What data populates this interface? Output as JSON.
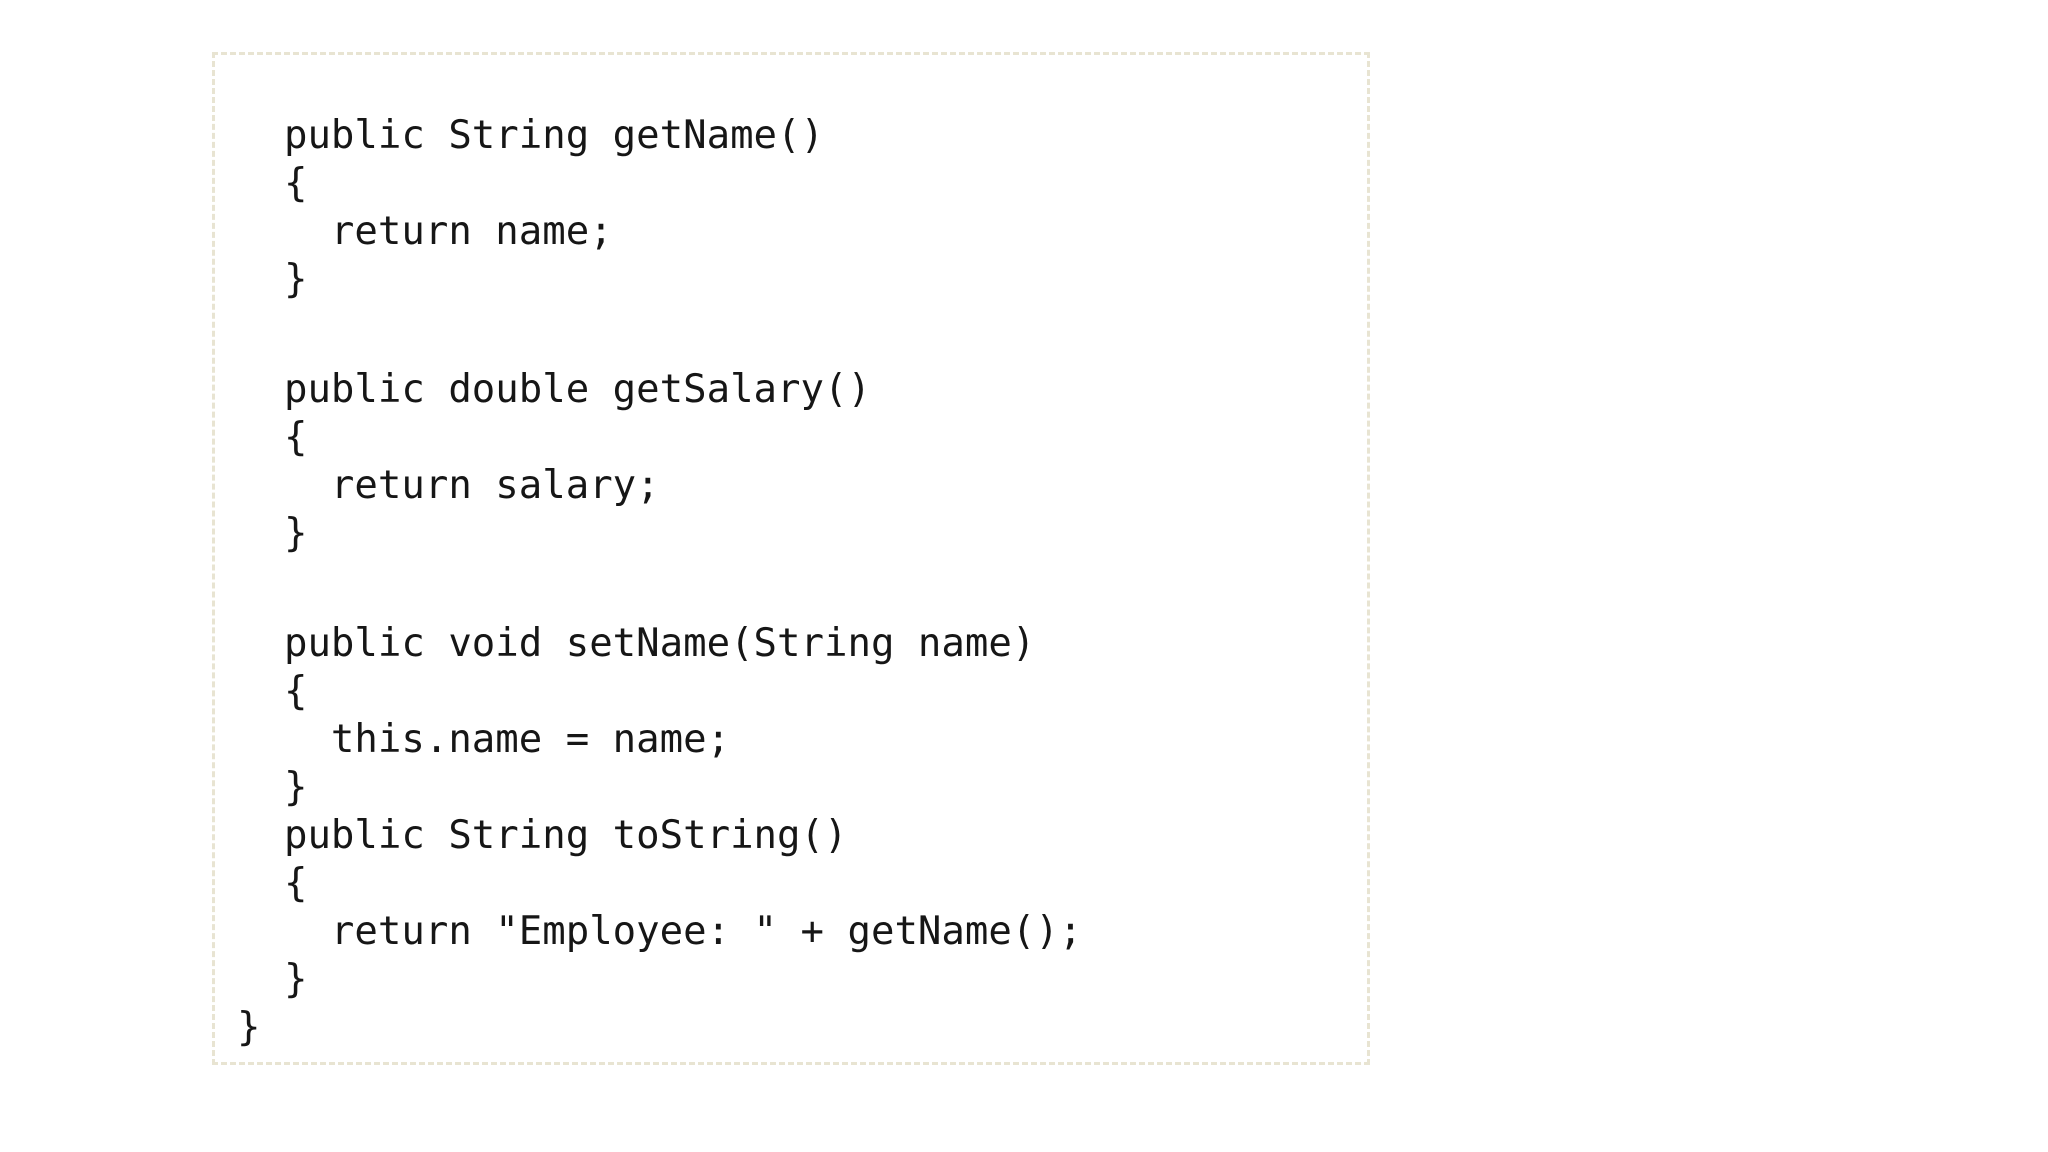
{
  "panel": {
    "border_color": "#e8e4d2",
    "text_color": "#161616",
    "language": "java"
  },
  "code": {
    "blocks": [
      {
        "lines": [
          "  public String getName()",
          "  {",
          "    return name;",
          "  }"
        ]
      },
      {
        "lines": [
          "  public double getSalary()",
          "  {",
          "    return salary;",
          "  }"
        ]
      },
      {
        "lines": [
          "  public void setName(String name)",
          "  {",
          "    this.name = name;",
          "  }",
          "  public String toString()",
          "  {",
          "    return \"Employee: \" + getName();",
          "  }",
          "}"
        ]
      }
    ]
  }
}
